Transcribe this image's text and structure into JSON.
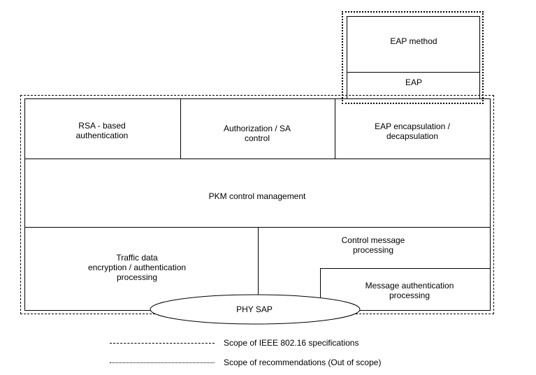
{
  "blocks": {
    "eap_method": "EAP method",
    "eap": "EAP",
    "rsa_auth": "RSA - based\nauthentication",
    "authorization_sa": "Authorization / SA\ncontrol",
    "eap_encap": "EAP encapsulation /\ndecapsulation",
    "pkm_control": "PKM control management",
    "traffic_data": "Traffic data\nencryption / authentication\nprocessing",
    "control_message": "Control message\nprocessing",
    "message_auth": "Message authentication\nprocessing",
    "phy_sap": "PHY SAP"
  },
  "legend": {
    "ieee_scope": "Scope of IEEE 802.16 specifications",
    "recommendations_scope": "Scope of recommendations (Out of scope)"
  }
}
